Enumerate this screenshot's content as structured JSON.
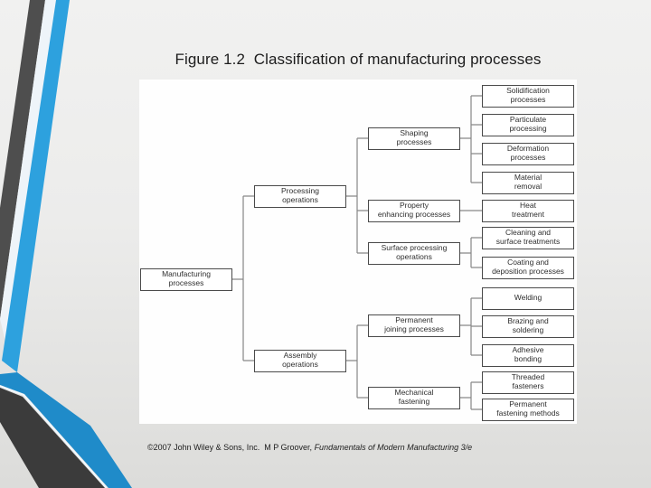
{
  "slide": {
    "title": "Figure 1.2  Classification of manufacturing processes",
    "footer": {
      "copyright": "©2007 John Wiley & Sons, Inc.  M P Groover, ",
      "book_title": "Fundamentals of Modern Manufacturing 3/e"
    }
  },
  "colors": {
    "accent_blue_top": "#2da1de",
    "accent_blue_bottom": "#1f8bc9",
    "dark_stripe_top": "#4e4e4e",
    "dark_stripe_bottom": "#3b3b3b",
    "box_border": "#4a4a4a",
    "connector_gray": "#878787",
    "panel_white": "#fefefe"
  },
  "diagram": {
    "nodes": {
      "manufacturing_processes": "Manufacturing\nprocesses",
      "processing_operations": "Processing\noperations",
      "assembly_operations": "Assembly\noperations",
      "shaping_processes": "Shaping\nprocesses",
      "property_enhancing_processes": "Property\nenhancing processes",
      "surface_processing_operations": "Surface processing\noperations",
      "permanent_joining_processes": "Permanent\njoining processes",
      "mechanical_fastening": "Mechanical\nfastening",
      "solidification_processes": "Solidification\nprocesses",
      "particulate_processing": "Particulate\nprocessing",
      "deformation_processes": "Deformation\nprocesses",
      "material_removal": "Material\nremoval",
      "heat_treatment": "Heat\ntreatment",
      "cleaning_surface_treatments": "Cleaning and\nsurface treatments",
      "coating_deposition_processes": "Coating and\ndeposition processes",
      "welding": "Welding",
      "brazing_soldering": "Brazing and\nsoldering",
      "adhesive_bonding": "Adhesive\nbonding",
      "threaded_fasteners": "Threaded\nfasteners",
      "permanent_fastening_methods": "Permanent\nfastening methods"
    },
    "tree": {
      "Manufacturing processes": [
        "Processing operations",
        "Assembly operations"
      ],
      "Processing operations": [
        "Shaping processes",
        "Property enhancing processes",
        "Surface processing operations"
      ],
      "Shaping processes": [
        "Solidification processes",
        "Particulate processing",
        "Deformation processes",
        "Material removal"
      ],
      "Property enhancing processes": [
        "Heat treatment"
      ],
      "Surface processing operations": [
        "Cleaning and surface treatments",
        "Coating and deposition processes"
      ],
      "Assembly operations": [
        "Permanent joining processes",
        "Mechanical fastening"
      ],
      "Permanent joining processes": [
        "Welding",
        "Brazing and soldering",
        "Adhesive bonding"
      ],
      "Mechanical fastening": [
        "Threaded fasteners",
        "Permanent fastening methods"
      ]
    }
  }
}
